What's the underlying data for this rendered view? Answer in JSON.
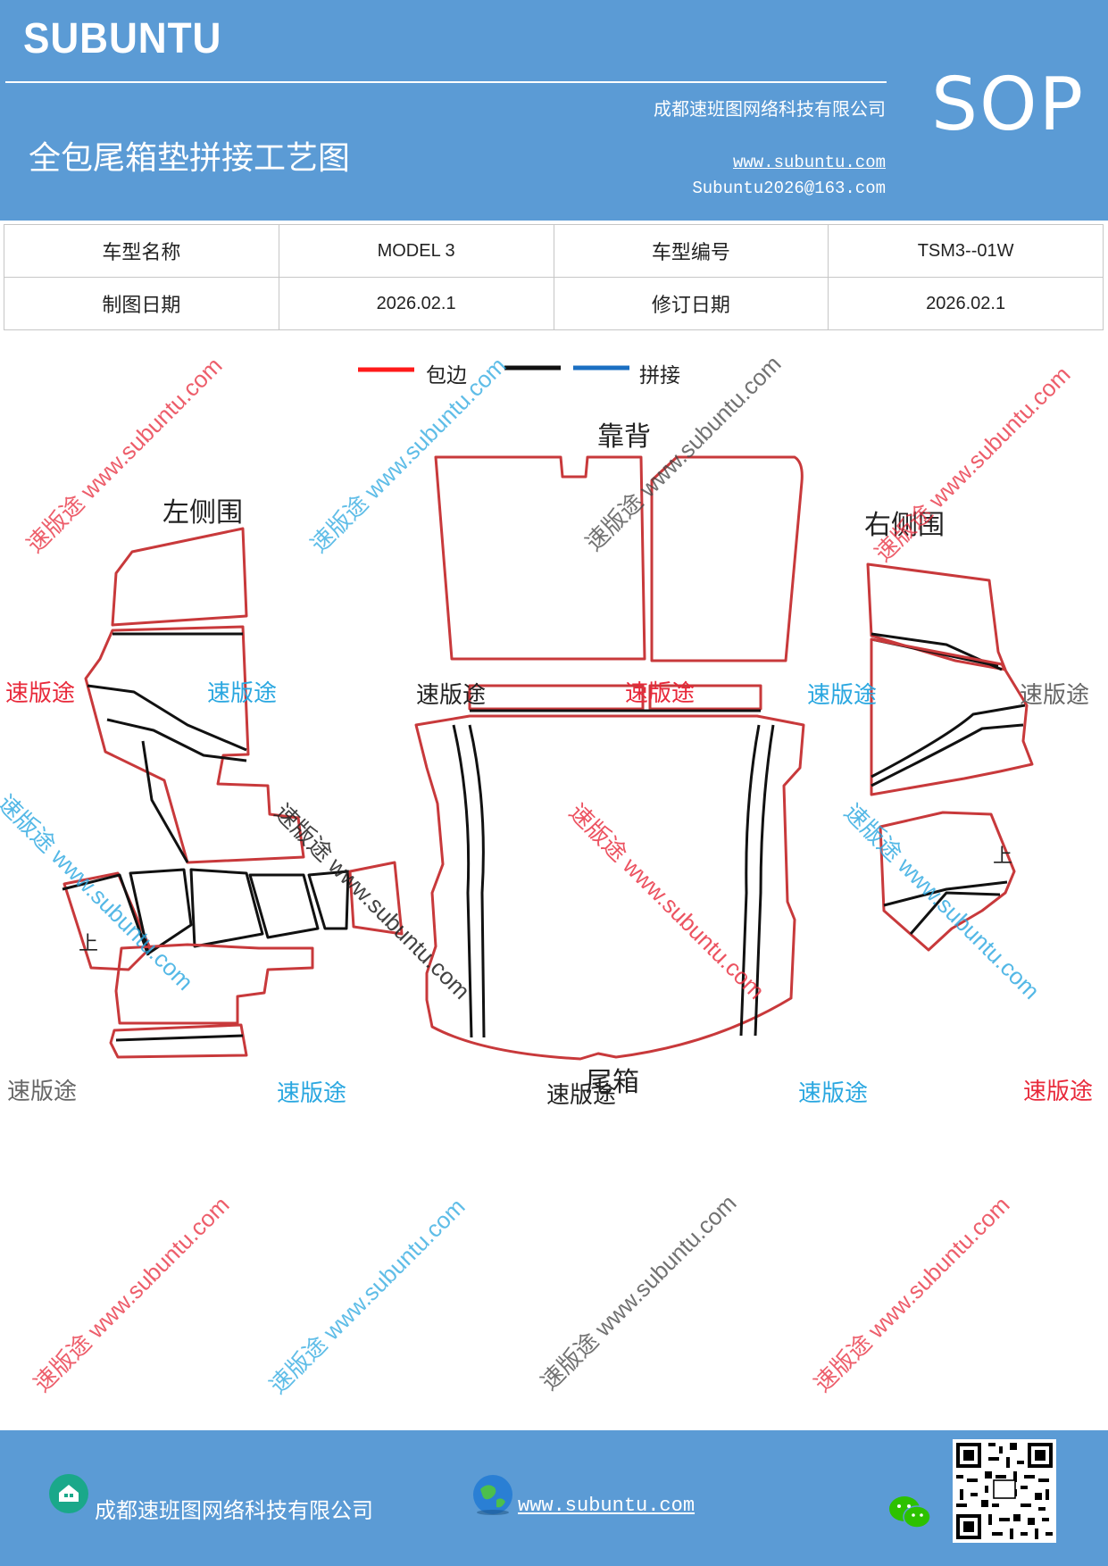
{
  "header": {
    "brand": "SUBUNTU",
    "company": "成都速班图网络科技有限公司",
    "title": "全包尾箱垫拼接工艺图",
    "website": "www.subuntu.com",
    "email": "Subuntu2026@163.com",
    "badge": "SOP"
  },
  "info_table": [
    [
      "车型名称",
      "MODEL 3",
      "车型编号",
      "TSM3--01W"
    ],
    [
      "制图日期",
      "2026.02.1",
      "修订日期",
      "2026.02.1"
    ]
  ],
  "legend": {
    "items": [
      {
        "label": "包边",
        "color": "#ff1a1a"
      },
      {
        "label": "",
        "color": "#111111"
      },
      {
        "label": "拼接",
        "color": "#1b6fc2"
      }
    ]
  },
  "parts": {
    "backrest": "靠背",
    "left_side": "左侧围",
    "right_side": "右侧围",
    "trunk": "尾箱",
    "up_mark": "上"
  },
  "watermark": {
    "text": "速版途",
    "url": "www.subuntu.com",
    "colors": {
      "red": "#e8293a",
      "blue": "#2aa7e0",
      "gray": "#666666",
      "black": "#222222"
    }
  },
  "footer": {
    "company": "成都速班图网络科技有限公司",
    "website": "www.subuntu.com"
  },
  "colors": {
    "header_bg": "#5b9bd5",
    "outline_red": "#c8393b",
    "stitch_black": "#111111"
  }
}
